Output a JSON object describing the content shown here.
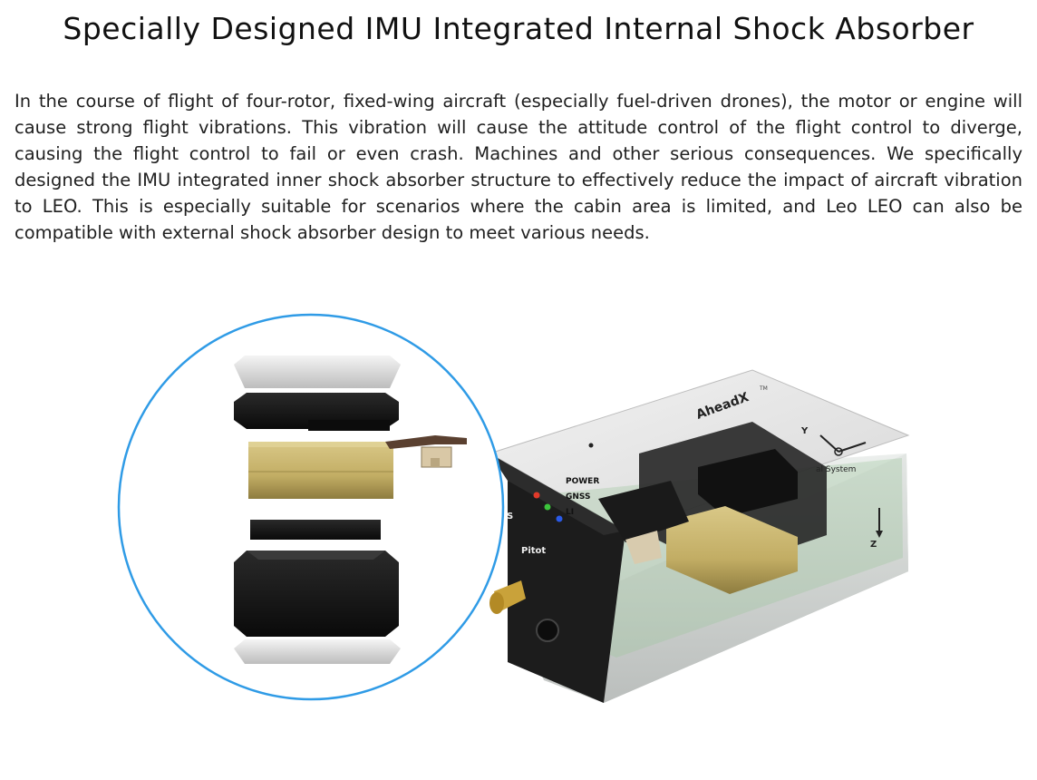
{
  "page": {
    "title": "Specially Designed IMU Integrated Internal Shock Absorber",
    "description": "In the course of flight of four-rotor, fixed-wing aircraft (especially fuel-driven drones), the motor or engine will cause strong flight vibrations. This vibration will cause the attitude control of the flight control to diverge, causing the flight control to fail or even crash. Machines and other serious consequences. We specifically designed the IMU integrated inner shock absorber structure to effectively reduce the impact of aircraft vibration to LEO. This is especially suitable for scenarios where the cabin area is limited, and Leo LEO can also be compatible with external shock absorber design to meet various needs."
  },
  "device": {
    "brand": "AheadX",
    "trademark": "TM",
    "led_labels": [
      "POWER",
      "GNSS",
      "LI"
    ],
    "port_label": "Pitot",
    "side_label_partial": "S",
    "axis_y": "Y",
    "axis_z": "Z",
    "coord_label": "al System",
    "led_colors": [
      "#e23a2a",
      "#3cc43c",
      "#2a5ae8"
    ]
  },
  "colors": {
    "circle_border": "#2f9be6",
    "gold": "#c8b370",
    "black_part": "#151515",
    "cap_gray": "#c9c9c9"
  }
}
